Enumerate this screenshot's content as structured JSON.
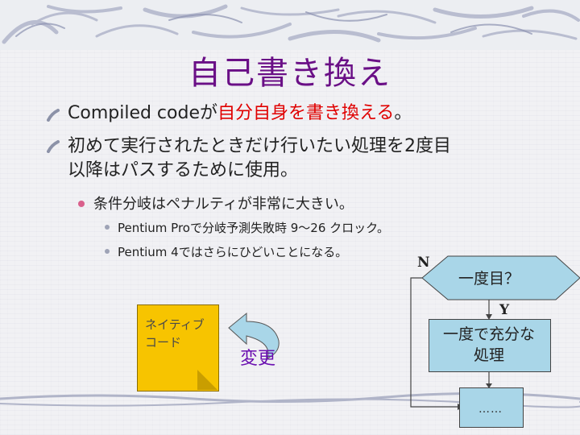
{
  "slide": {
    "title": "自己書き換え",
    "bullets": [
      {
        "prefix": "Compiled codeが",
        "highlight": "自分自身を書き換える",
        "suffix": "。"
      },
      {
        "line1": "初めて実行されたときだけ行いたい処理を2度目",
        "line2": "以降はパスするために使用。"
      }
    ],
    "sub_bullet": "条件分岐はペナルティが非常に大きい。",
    "sub_sub_bullets": [
      "Pentium Proで分岐予測失敗時 9～26 クロック。",
      "Pentium 4ではさらにひどいことになる。"
    ]
  },
  "diagram": {
    "native_code_line1": "ネイティブ",
    "native_code_line2": "コード",
    "change_label": "変更"
  },
  "flowchart": {
    "decision": "一度目？",
    "no_label": "N",
    "yes_label": "Y",
    "process_line1": "一度で充分な",
    "process_line2": "処理",
    "next": "……"
  },
  "colors": {
    "title": "#6a0f86",
    "highlight": "#e00000",
    "accent_purple": "#6a0fb0",
    "native_fill": "#f7c400",
    "flow_fill": "#a9d6e8",
    "arrow_fill": "#a9d6e8"
  }
}
